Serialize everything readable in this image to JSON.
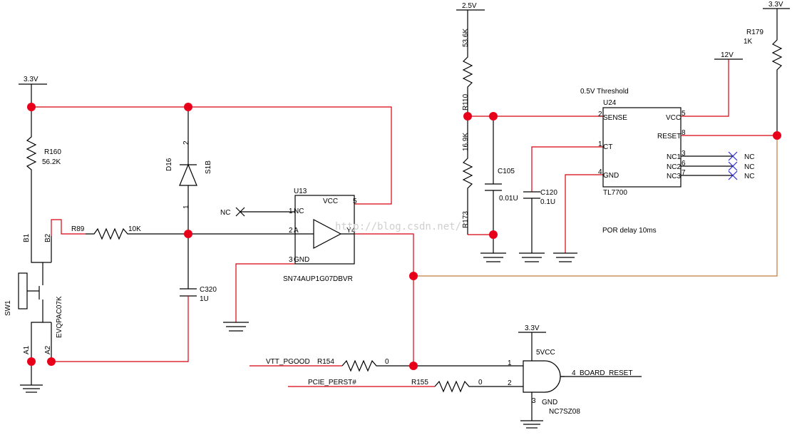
{
  "power": {
    "v33_left": "3.3V",
    "v25": "2.5V",
    "v33_right": "3.3V",
    "v12": "12V",
    "v33_gate": "3.3V"
  },
  "components": {
    "r160": {
      "ref": "R160",
      "value": "56.2K"
    },
    "r89": {
      "ref": "R89",
      "value": "10K"
    },
    "d16": {
      "ref": "D16",
      "part": "S1B",
      "pin2": "2",
      "pin1": "1"
    },
    "c320": {
      "ref": "C320",
      "value": "1U"
    },
    "sw1": {
      "ref": "SW1",
      "part": "EVQPAC07K",
      "b1": "B1",
      "b2": "B2",
      "a1": "A1",
      "a2": "A2"
    },
    "u13": {
      "ref": "U13",
      "part": "SN74AUP1G07DBVR",
      "vcc": "VCC",
      "pin5": "5",
      "pin1": "1",
      "nc_label": "NC",
      "pin2": "2",
      "pin_a": "A",
      "pin3": "3",
      "gnd": "GND",
      "pin_y": "Y",
      "pin4": "4",
      "nc": "NC"
    },
    "r110": {
      "ref": "R110",
      "value": "53.6K"
    },
    "r173": {
      "ref": "R173",
      "value": "16.9K"
    },
    "c105": {
      "ref": "C105",
      "value": "0.01U"
    },
    "c120": {
      "ref": "C120",
      "value": "0.1U"
    },
    "u24": {
      "ref": "U24",
      "part": "TL7700",
      "sense": "SENSE",
      "ct": "CT",
      "gnd": "GND",
      "vcc": "VCC",
      "reset": "RESET",
      "nc1": "NC1",
      "nc2": "NC2",
      "nc3": "NC3",
      "p2": "2",
      "p1": "1",
      "p4": "4",
      "p5": "5",
      "p8": "8",
      "p3": "3",
      "p6": "6",
      "p7": "7",
      "nc": "NC"
    },
    "r179": {
      "ref": "R179",
      "value": "1K"
    },
    "r154": {
      "ref": "R154",
      "value": "0"
    },
    "r155": {
      "ref": "R155",
      "value": "0"
    },
    "u_and": {
      "part": "NC7SZ08",
      "vcc": "5VCC",
      "gnd": "GND",
      "p1": "1",
      "p2": "2",
      "p3": "3",
      "p4": "4"
    }
  },
  "nets": {
    "vtt_pgood": "VTT_PGOOD",
    "pcie_perst": "PCIE_PERST#",
    "board_reset": "BOARD_RESET"
  },
  "notes": {
    "threshold": "0.5V Threshold",
    "por_delay": "POR delay 10ms"
  },
  "watermark": "http://blog.csdn.net/"
}
